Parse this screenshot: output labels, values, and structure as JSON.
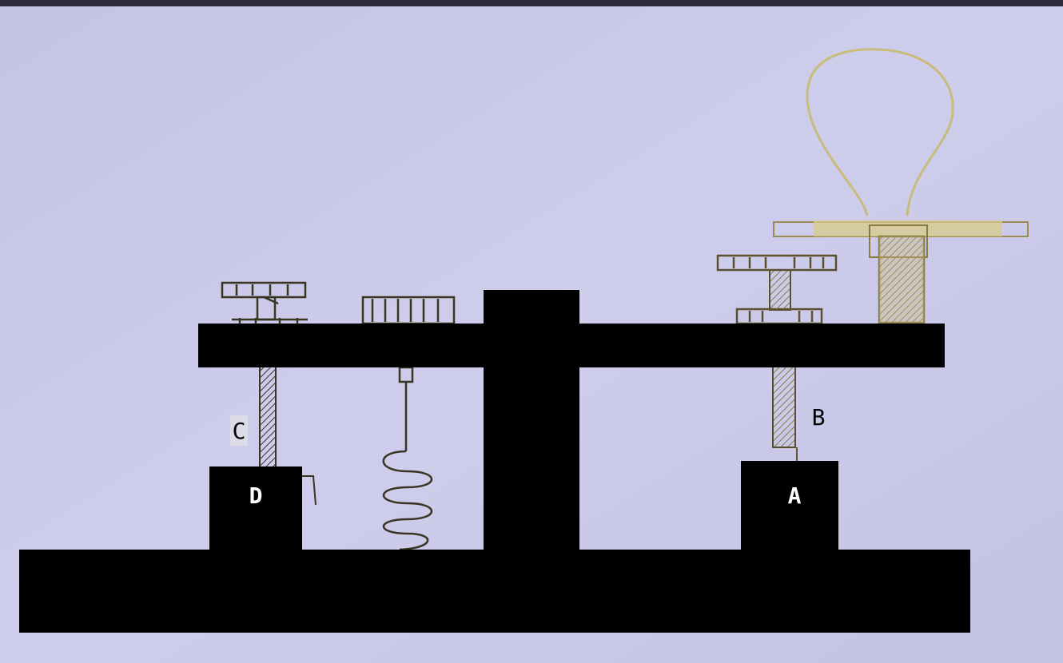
{
  "labels": {
    "a": "A",
    "b": "B",
    "c": "C",
    "d": "D"
  },
  "colors": {
    "paper": "#c9c8e8",
    "block": "#000000",
    "pencil": "#3a3520",
    "gold": "#b8aa60"
  }
}
